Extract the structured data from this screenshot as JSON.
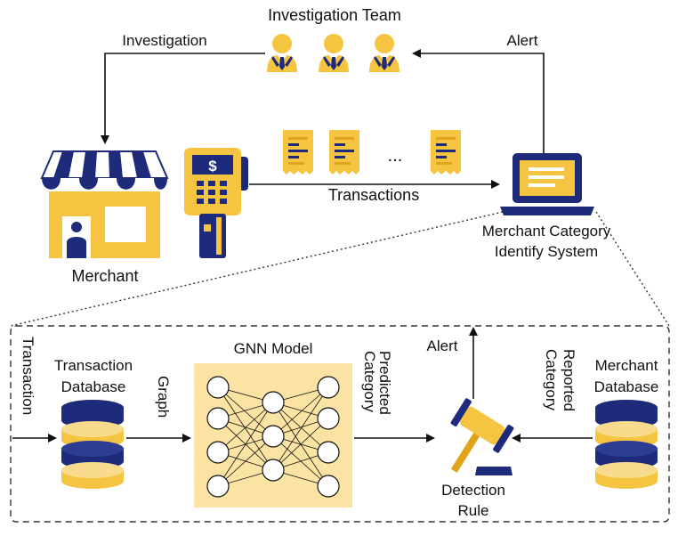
{
  "top": {
    "team_label": "Investigation Team",
    "investigation_label": "Investigation",
    "alert_label": "Alert",
    "merchant_label": "Merchant",
    "transactions_label": "Transactions",
    "ellipsis": "...",
    "system_label_line1": "Merchant Category",
    "system_label_line2": "Identify System",
    "pos_symbol": "$"
  },
  "detail": {
    "transaction_vertical": "Transaction",
    "tx_db_line1": "Transaction",
    "tx_db_line2": "Database",
    "graph_label": "Graph",
    "gnn_title": "GNN Model",
    "predicted_line1": "Predicted",
    "predicted_line2": "Category",
    "alert_label": "Alert",
    "reported_line1": "Reported",
    "reported_line2": "Category",
    "merchant_db_line1": "Merchant",
    "merchant_db_line2": "Database",
    "rule_line1": "Detection",
    "rule_line2": "Rule"
  },
  "colors": {
    "navy": "#1d2b7a",
    "gold": "#f5c542",
    "light_gold": "#f9db8e",
    "dark_gold": "#e0a41a",
    "gnn_bg": "#fbe3a3"
  }
}
